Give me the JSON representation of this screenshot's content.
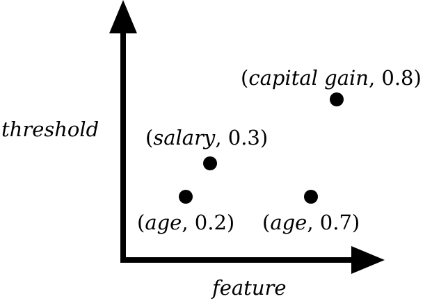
{
  "axes": {
    "y_label": "threshold",
    "x_label": "feature"
  },
  "points": [
    {
      "feature": "capital gain",
      "threshold": "0.8"
    },
    {
      "feature": "salary",
      "threshold": "0.3"
    },
    {
      "feature": "age",
      "threshold": "0.2"
    },
    {
      "feature": "age",
      "threshold": "0.7"
    }
  ],
  "colors": {
    "ink": "#000000",
    "background": "#ffffff"
  }
}
